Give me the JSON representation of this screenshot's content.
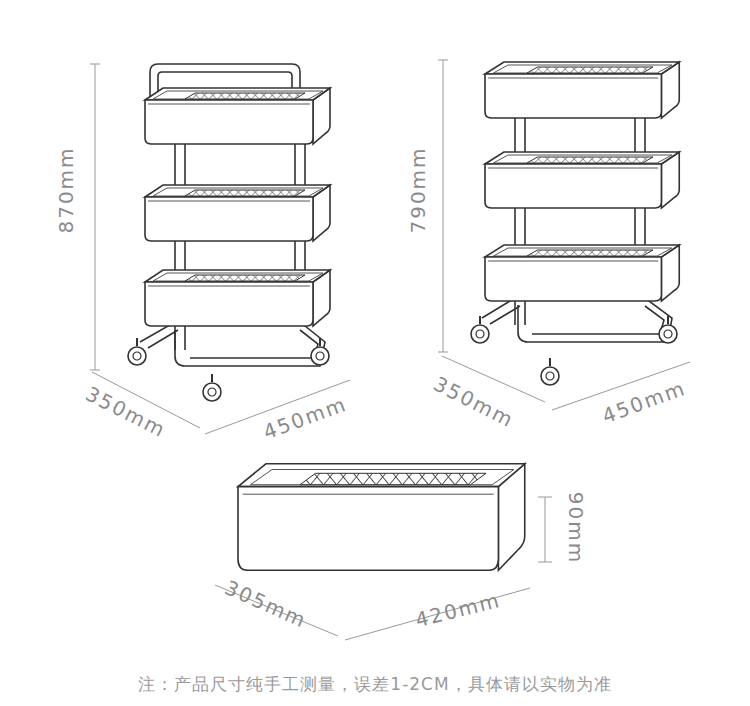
{
  "diagram": {
    "labels": [
      "870mm",
      "350mm",
      "450mm",
      "790mm",
      "350mm",
      "450mm",
      "305mm",
      "420mm",
      "90mm",
      "注：产品尺寸纯手工测量，误差1-2CM，具体请以实物为准"
    ]
  }
}
